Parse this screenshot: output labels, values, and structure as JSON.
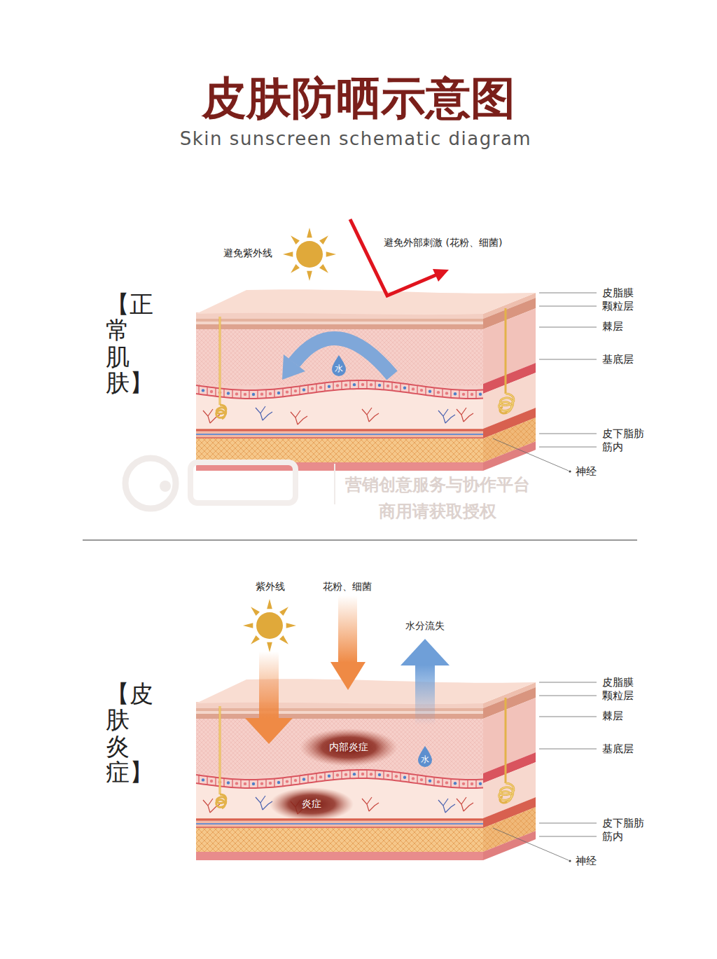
{
  "diagram": {
    "title": "皮肤防晒示意图",
    "nodes": [
      {
        "text": [
          "水"
        ]
      },
      {
        "text": [
          "内部炎症"
        ]
      },
      {
        "text": [
          "水"
        ]
      },
      {
        "text": [
          "炎症"
        ]
      }
    ],
    "labels": [
      "Skin sunscreen schematic diagram",
      "【正常肌肤】",
      "避免紫外线",
      "避免外部刺激 (花粉、细菌)",
      "皮脂膜",
      "颗粒层",
      "棘层",
      "基底层",
      "皮下脂肪",
      "筋内",
      "神经",
      "营销创意服务与协作平台",
      "商用请获取授权",
      "【皮肤炎症】",
      "紫外线",
      "花粉、细菌",
      "水分流失",
      "皮脂膜",
      "颗粒层",
      "棘层",
      "基底层",
      "皮下脂肪",
      "筋内",
      "神经"
    ]
  }
}
